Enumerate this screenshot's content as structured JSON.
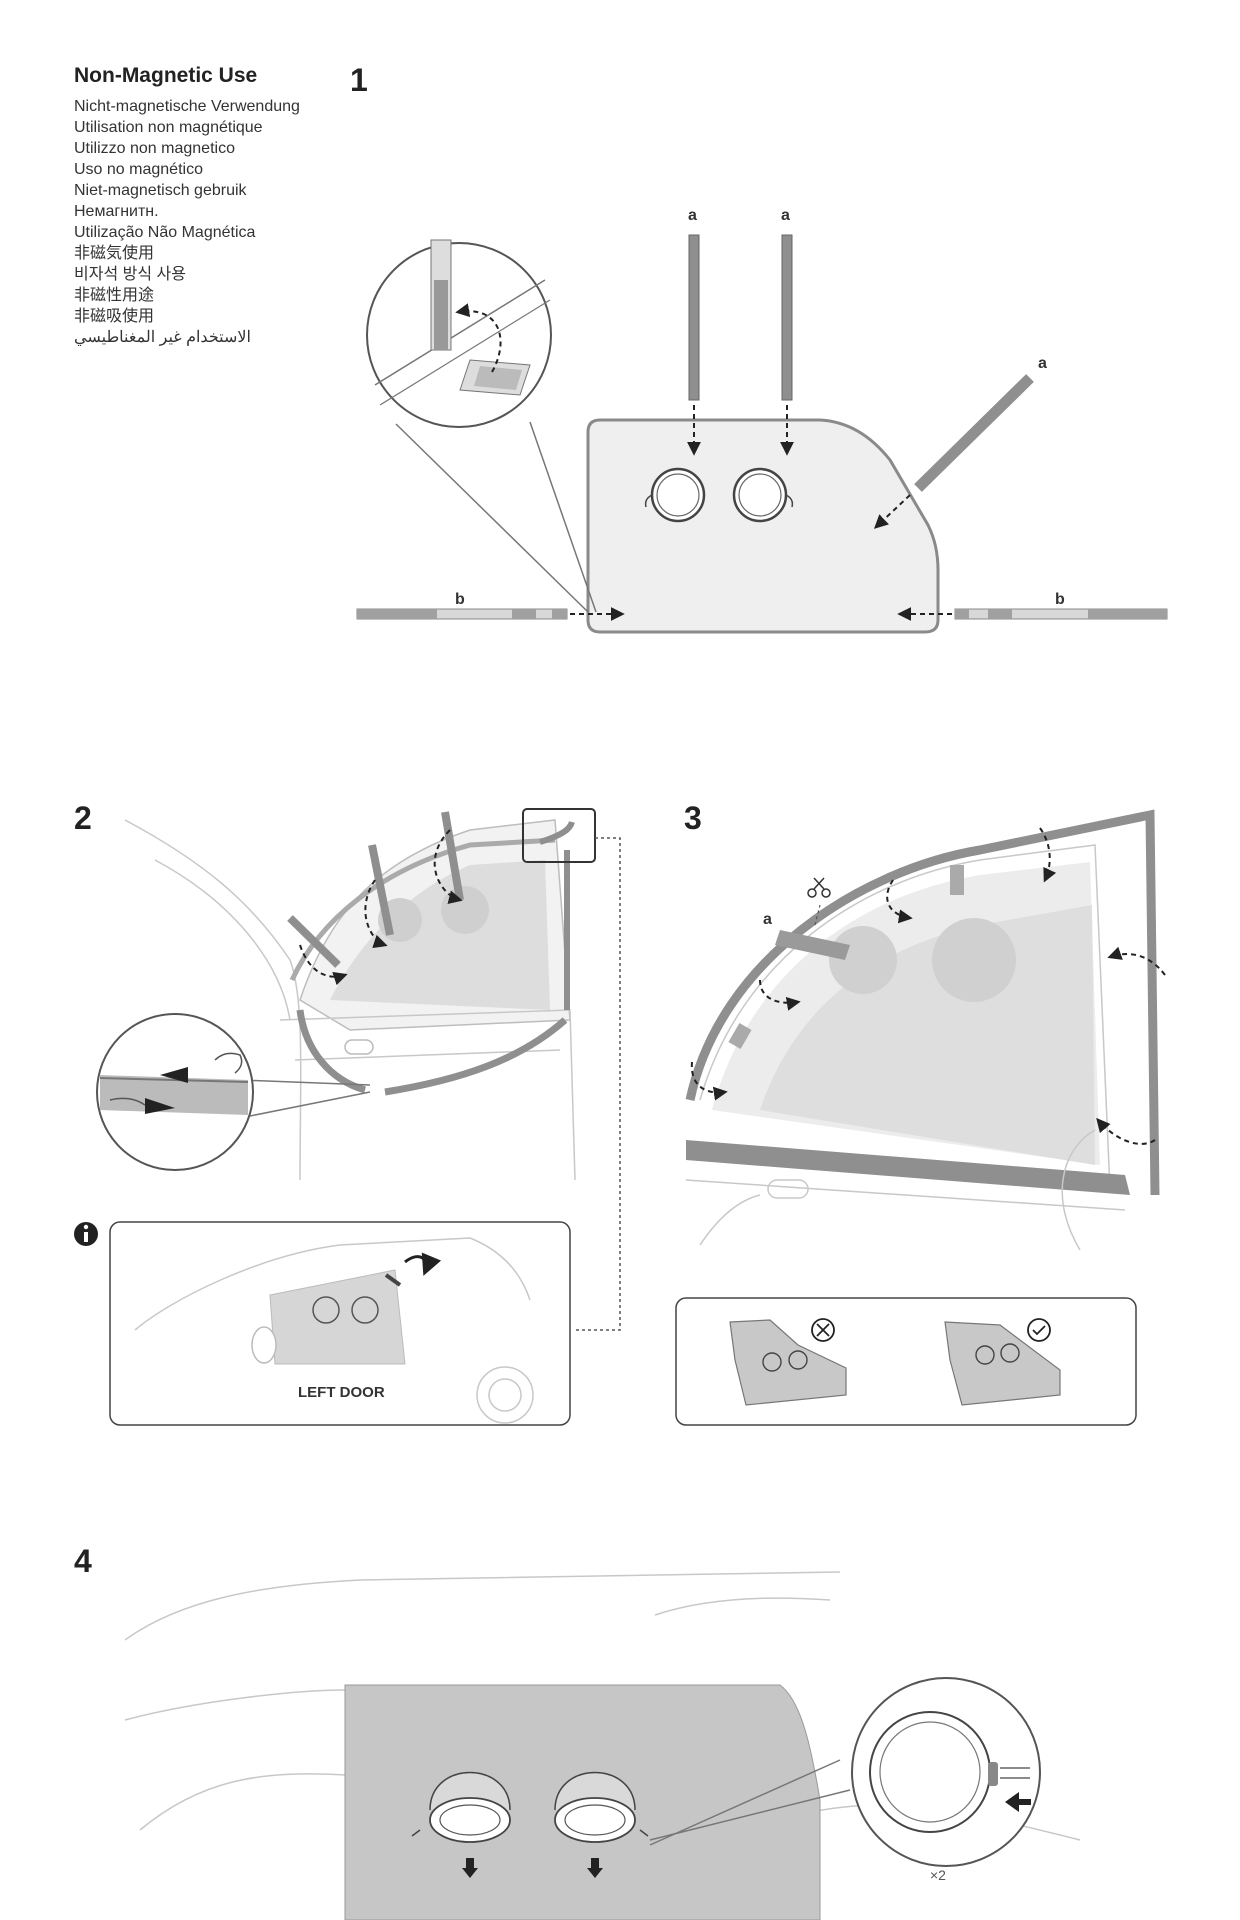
{
  "header": {
    "title": "Non-Magnetic Use",
    "translations": [
      "Nicht-magnetische Verwendung",
      "Utilisation non magnétique",
      "Utilizzo non magnetico",
      "Uso no magnético",
      "Niet-magnetisch gebruik",
      "Немагнитн.",
      "Utilização Não Magnética",
      "非磁気使用",
      "비자석 방식 사용",
      "非磁性用途",
      "非磁吸使用",
      "الاستخدام غير المغناطيسي"
    ]
  },
  "steps": {
    "s1": "1",
    "s2": "2",
    "s3": "3",
    "s4": "4"
  },
  "step1": {
    "strip_a": "a",
    "strip_b": "b"
  },
  "step2": {
    "info_icon": "info-icon",
    "info_label": "LEFT DOOR"
  },
  "step3": {
    "strip_a": "a",
    "wrong_icon": "cross-circle-icon",
    "right_icon": "check-circle-icon"
  },
  "step4": {
    "count": "×2"
  },
  "colors": {
    "line": "#9a9a9a",
    "shade_light": "#ececec",
    "shade_dark": "#c9c9c9",
    "strip": "#8f8f8f"
  }
}
